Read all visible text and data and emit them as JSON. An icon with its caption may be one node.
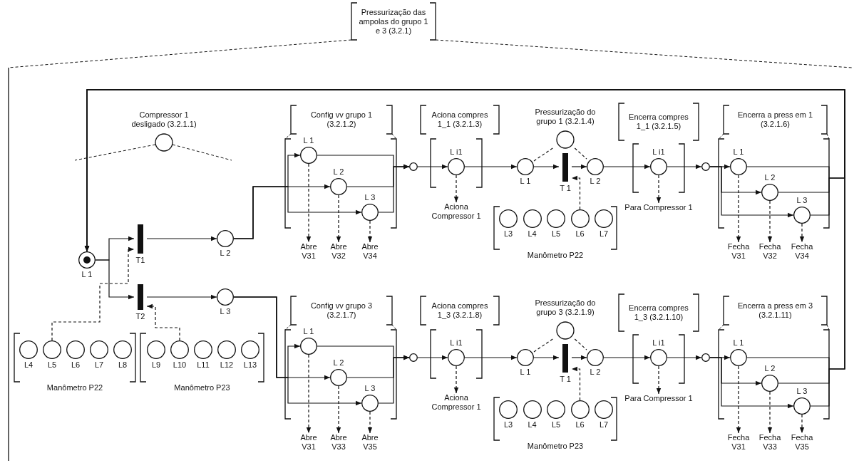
{
  "diagram": {
    "nodes": [
      {
        "text": [
          "Pressurização das ampolas do grupo 1 e 3 (3.2.1)"
        ]
      },
      {
        "text": [
          "Compressor 1 desligado (3.2.1.1)"
        ],
        "in": 0
      },
      {
        "text": [
          "L 1"
        ],
        "in": 0
      },
      {
        "text": [
          "T1"
        ],
        "in": 0
      },
      {
        "text": [
          "T2"
        ],
        "in": 0
      },
      {
        "text": [
          "L 2"
        ],
        "in": 0
      },
      {
        "text": [
          "L 3"
        ],
        "in": 0
      },
      {
        "text": [
          "Manômetro P22"
        ],
        "in": 0
      },
      {
        "text": [
          "L4"
        ],
        "in": 7
      },
      {
        "text": [
          "L5"
        ],
        "in": 7
      },
      {
        "text": [
          "L6"
        ],
        "in": 7
      },
      {
        "text": [
          "L7"
        ],
        "in": 7
      },
      {
        "text": [
          "L8"
        ],
        "in": 7
      },
      {
        "text": [
          "Manômetro P23"
        ],
        "in": 0
      },
      {
        "text": [
          "L9"
        ],
        "in": 13
      },
      {
        "text": [
          "L10"
        ],
        "in": 13
      },
      {
        "text": [
          "L11"
        ],
        "in": 13
      },
      {
        "text": [
          "L12"
        ],
        "in": 13
      },
      {
        "text": [
          "L13"
        ],
        "in": 13
      },
      {
        "text": [
          "Config vv grupo 1 (3.2.1.2)"
        ],
        "in": 0
      },
      {
        "text": [
          "L 1"
        ],
        "in": 19
      },
      {
        "text": [
          "L 2"
        ],
        "in": 19
      },
      {
        "text": [
          "L 3"
        ],
        "in": 19
      },
      {
        "text": [
          "Abre V31"
        ],
        "in": 0
      },
      {
        "text": [
          "Abre V32"
        ],
        "in": 0
      },
      {
        "text": [
          "Abre V34"
        ],
        "in": 0
      },
      {
        "text": [],
        "shape": "circle",
        "in": 0
      },
      {
        "text": [
          "Aciona compres 1_1 (3.2.1.3)"
        ],
        "in": 0
      },
      {
        "text": [
          "L i1"
        ],
        "in": 27
      },
      {
        "text": [
          "Aciona Compressor 1"
        ],
        "in": 0
      },
      {
        "text": [
          "Pressurização do grupo 1 (3.2.1.4)"
        ],
        "in": 0
      },
      {
        "text": [
          "L 1"
        ],
        "in": 0
      },
      {
        "text": [
          "T 1"
        ],
        "in": 0
      },
      {
        "text": [
          "L 2"
        ],
        "in": 0
      },
      {
        "text": [
          "Manômetro P22"
        ],
        "in": 0
      },
      {
        "text": [
          "L3"
        ],
        "in": 34
      },
      {
        "text": [
          "L4"
        ],
        "in": 34
      },
      {
        "text": [
          "L5"
        ],
        "in": 34
      },
      {
        "text": [
          "L6"
        ],
        "in": 34
      },
      {
        "text": [
          "L7"
        ],
        "in": 34
      },
      {
        "text": [
          "Encerra compres 1_1 (3.2.1.5)"
        ],
        "in": 0
      },
      {
        "text": [
          "L i1"
        ],
        "in": 40
      },
      {
        "text": [
          "Para Compressor 1"
        ],
        "in": 0
      },
      {
        "text": [],
        "shape": "circle",
        "in": 0
      },
      {
        "text": [
          "Encerra a press em 1 (3.2.1.6)"
        ],
        "in": 0
      },
      {
        "text": [
          "L 1"
        ],
        "in": 44
      },
      {
        "text": [
          "L 2"
        ],
        "in": 44
      },
      {
        "text": [
          "L 3"
        ],
        "in": 44
      },
      {
        "text": [
          "Fecha V31"
        ],
        "in": 0
      },
      {
        "text": [
          "Fecha V32"
        ],
        "in": 0
      },
      {
        "text": [
          "Fecha V34"
        ],
        "in": 0
      },
      {
        "text": [
          "Config vv grupo 3 (3.2.1.7)"
        ],
        "in": 0
      },
      {
        "text": [
          "L 1"
        ],
        "in": 51
      },
      {
        "text": [
          "L 2"
        ],
        "in": 51
      },
      {
        "text": [
          "L 3"
        ],
        "in": 51
      },
      {
        "text": [
          "Abre V31"
        ],
        "in": 0
      },
      {
        "text": [
          "Abre V33"
        ],
        "in": 0
      },
      {
        "text": [
          "Abre V35"
        ],
        "in": 0
      },
      {
        "text": [],
        "shape": "circle",
        "in": 0
      },
      {
        "text": [
          "Aciona compres 1_3 (3.2.1.8)"
        ],
        "in": 0
      },
      {
        "text": [
          "L i1"
        ],
        "in": 59
      },
      {
        "text": [
          "Aciona Compressor 1"
        ],
        "in": 0
      },
      {
        "text": [
          "Pressurização do grupo 3 (3.2.1.9)"
        ],
        "in": 0
      },
      {
        "text": [
          "L 1"
        ],
        "in": 0
      },
      {
        "text": [
          "T 1"
        ],
        "in": 0
      },
      {
        "text": [
          "L 2"
        ],
        "in": 0
      },
      {
        "text": [
          "Manômetro P23"
        ],
        "in": 0
      },
      {
        "text": [
          "L3"
        ],
        "in": 66
      },
      {
        "text": [
          "L4"
        ],
        "in": 66
      },
      {
        "text": [
          "L5"
        ],
        "in": 66
      },
      {
        "text": [
          "L6"
        ],
        "in": 66
      },
      {
        "text": [
          "L7"
        ],
        "in": 66
      },
      {
        "text": [
          "Encerra compres 1_3 (3.2.1.10)"
        ],
        "in": 0
      },
      {
        "text": [
          "L i1"
        ],
        "in": 72
      },
      {
        "text": [
          "Para Compressor 1"
        ],
        "in": 0
      },
      {
        "text": [],
        "shape": "circle",
        "in": 0
      },
      {
        "text": [
          "Encerra a press em 3 (3.2.1.11)"
        ],
        "in": 0
      },
      {
        "text": [
          "L 1"
        ],
        "in": 76
      },
      {
        "text": [
          "L 2"
        ],
        "in": 76
      },
      {
        "text": [
          "L 3"
        ],
        "in": 76
      },
      {
        "text": [
          "Fecha V31"
        ],
        "in": 0
      },
      {
        "text": [
          "Fecha V33"
        ],
        "in": 0
      },
      {
        "text": [
          "Fecha V35"
        ],
        "in": 0
      }
    ],
    "edges": [
      {
        "from": 2,
        "to": 3,
        "arrow": "to"
      },
      {
        "from": 2,
        "to": 4,
        "arrow": "to"
      },
      {
        "from": 3,
        "to": 5,
        "arrow": "to"
      },
      {
        "from": 4,
        "to": 6,
        "arrow": "to"
      },
      {
        "from": 9,
        "to": 3,
        "arrow": "to",
        "style": "dashed"
      },
      {
        "from": 15,
        "to": 4,
        "arrow": "to",
        "style": "dashed"
      },
      {
        "from": 5,
        "to": 20,
        "arrow": "to"
      },
      {
        "from": 5,
        "to": 21,
        "arrow": "to"
      },
      {
        "from": 5,
        "to": 22,
        "arrow": "to"
      },
      {
        "from": 6,
        "to": 52,
        "arrow": "to"
      },
      {
        "from": 6,
        "to": 53,
        "arrow": "to"
      },
      {
        "from": 6,
        "to": 54,
        "arrow": "to"
      },
      {
        "from": 20,
        "to": 26,
        "arrow": "to"
      },
      {
        "from": 21,
        "to": 26,
        "arrow": "to"
      },
      {
        "from": 22,
        "to": 26,
        "arrow": "to"
      },
      {
        "from": 20,
        "to": 23,
        "arrow": "to",
        "style": "dashed"
      },
      {
        "from": 21,
        "to": 24,
        "arrow": "to",
        "style": "dashed"
      },
      {
        "from": 22,
        "to": 25,
        "arrow": "to",
        "style": "dashed"
      },
      {
        "from": 26,
        "to": 28,
        "arrow": "to"
      },
      {
        "from": 28,
        "to": 29,
        "arrow": "to",
        "style": "dashed"
      },
      {
        "from": 28,
        "to": 31,
        "arrow": "to"
      },
      {
        "from": 30,
        "to": 31,
        "arrow": "none",
        "style": "dashed"
      },
      {
        "from": 30,
        "to": 33,
        "arrow": "none",
        "style": "dashed"
      },
      {
        "from": 31,
        "to": 32,
        "arrow": "to"
      },
      {
        "from": 32,
        "to": 33,
        "arrow": "to"
      },
      {
        "from": 38,
        "to": 32,
        "arrow": "to",
        "style": "dashed"
      },
      {
        "from": 33,
        "to": 41,
        "arrow": "to"
      },
      {
        "from": 41,
        "to": 42,
        "arrow": "to",
        "style": "dashed"
      },
      {
        "from": 41,
        "to": 43,
        "arrow": "to"
      },
      {
        "from": 43,
        "to": 45,
        "arrow": "to"
      },
      {
        "from": 43,
        "to": 46,
        "arrow": "to"
      },
      {
        "from": 43,
        "to": 47,
        "arrow": "to"
      },
      {
        "from": 45,
        "to": 48,
        "arrow": "to",
        "style": "dashed"
      },
      {
        "from": 46,
        "to": 49,
        "arrow": "to",
        "style": "dashed"
      },
      {
        "from": 47,
        "to": 50,
        "arrow": "to",
        "style": "dashed"
      },
      {
        "from": 45,
        "to": 2,
        "arrow": "to"
      },
      {
        "from": 46,
        "to": 2,
        "arrow": "to"
      },
      {
        "from": 47,
        "to": 2,
        "arrow": "to"
      },
      {
        "from": 52,
        "to": 58,
        "arrow": "to"
      },
      {
        "from": 53,
        "to": 58,
        "arrow": "to"
      },
      {
        "from": 54,
        "to": 58,
        "arrow": "to"
      },
      {
        "from": 52,
        "to": 55,
        "arrow": "to",
        "style": "dashed"
      },
      {
        "from": 53,
        "to": 56,
        "arrow": "to",
        "style": "dashed"
      },
      {
        "from": 54,
        "to": 57,
        "arrow": "to",
        "style": "dashed"
      },
      {
        "from": 58,
        "to": 60,
        "arrow": "to"
      },
      {
        "from": 60,
        "to": 61,
        "arrow": "to",
        "style": "dashed"
      },
      {
        "from": 60,
        "to": 63,
        "arrow": "to"
      },
      {
        "from": 62,
        "to": 63,
        "arrow": "none",
        "style": "dashed"
      },
      {
        "from": 62,
        "to": 65,
        "arrow": "none",
        "style": "dashed"
      },
      {
        "from": 63,
        "to": 64,
        "arrow": "to"
      },
      {
        "from": 64,
        "to": 65,
        "arrow": "to"
      },
      {
        "from": 70,
        "to": 64,
        "arrow": "to",
        "style": "dashed"
      },
      {
        "from": 65,
        "to": 73,
        "arrow": "to"
      },
      {
        "from": 73,
        "to": 74,
        "arrow": "to",
        "style": "dashed"
      },
      {
        "from": 73,
        "to": 75,
        "arrow": "to"
      },
      {
        "from": 75,
        "to": 77,
        "arrow": "to"
      },
      {
        "from": 75,
        "to": 78,
        "arrow": "to"
      },
      {
        "from": 75,
        "to": 79,
        "arrow": "to"
      },
      {
        "from": 77,
        "to": 80,
        "arrow": "to",
        "style": "dashed"
      },
      {
        "from": 78,
        "to": 81,
        "arrow": "to",
        "style": "dashed"
      },
      {
        "from": 79,
        "to": 82,
        "arrow": "to",
        "style": "dashed"
      },
      {
        "from": 77,
        "to": 2,
        "arrow": "to"
      },
      {
        "from": 78,
        "to": 2,
        "arrow": "to"
      },
      {
        "from": 79,
        "to": 2,
        "arrow": "to"
      }
    ]
  }
}
